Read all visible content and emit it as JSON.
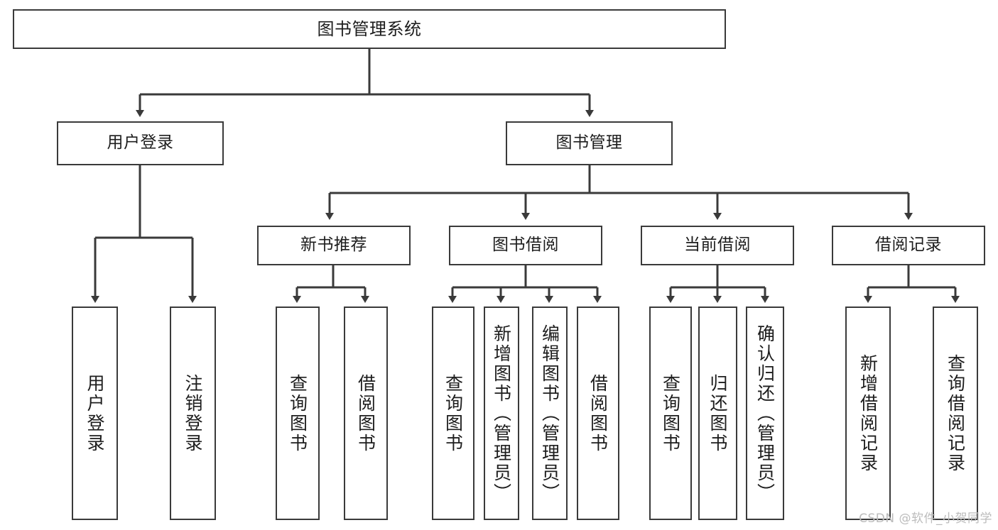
{
  "diagram": {
    "title": "图书管理系统",
    "watermark": "CSDN @软件_小贺同学",
    "accent_color": "#3a3a3a",
    "background_color": "#ffffff",
    "text_color": "#1d1d1d",
    "watermark_color": "#bcbcbc",
    "levels": {
      "root": {
        "label": "图书管理系统"
      },
      "level2": [
        {
          "label": "用户登录"
        },
        {
          "label": "图书管理"
        }
      ],
      "level3": [
        {
          "label": "新书推荐"
        },
        {
          "label": "图书借阅"
        },
        {
          "label": "当前借阅"
        },
        {
          "label": "借阅记录"
        }
      ],
      "leaves": [
        {
          "label": "用户登录",
          "parent": "用户登录"
        },
        {
          "label": "注销登录",
          "parent": "用户登录"
        },
        {
          "label": "查询图书",
          "parent": "新书推荐"
        },
        {
          "label": "借阅图书",
          "parent": "新书推荐"
        },
        {
          "label": "查询图书",
          "parent": "图书借阅"
        },
        {
          "label": "新增图书（管理员）",
          "parent": "图书借阅"
        },
        {
          "label": "编辑图书（管理员）",
          "parent": "图书借阅"
        },
        {
          "label": "借阅图书",
          "parent": "图书借阅"
        },
        {
          "label": "查询图书",
          "parent": "当前借阅"
        },
        {
          "label": "归还图书",
          "parent": "当前借阅"
        },
        {
          "label": "确认归还（管理员）",
          "parent": "当前借阅"
        },
        {
          "label": "新增借阅记录",
          "parent": "借阅记录"
        },
        {
          "label": "查询借阅记录",
          "parent": "借阅记录"
        }
      ]
    }
  }
}
